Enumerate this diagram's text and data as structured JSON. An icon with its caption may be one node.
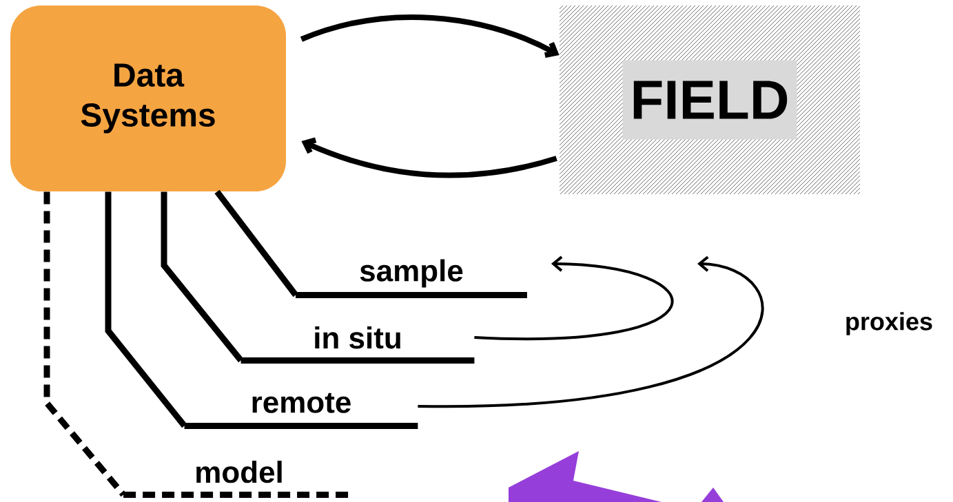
{
  "diagram": {
    "nodes": [
      {
        "text": [
          "Data Systems"
        ]
      },
      {
        "text": [
          "FIELD"
        ]
      },
      {
        "text": [
          "sample"
        ]
      },
      {
        "text": [
          "in situ"
        ]
      },
      {
        "text": [
          "remote"
        ]
      },
      {
        "text": [
          "model"
        ]
      }
    ],
    "edges": [
      {
        "from": 0,
        "to": 1,
        "arrow": "to"
      },
      {
        "from": 1,
        "to": 0,
        "arrow": "to"
      },
      {
        "from": 0,
        "to": 2,
        "arrow": "none"
      },
      {
        "from": 0,
        "to": 3,
        "arrow": "none"
      },
      {
        "from": 0,
        "to": 4,
        "arrow": "none"
      },
      {
        "from": 0,
        "to": 5,
        "arrow": "none",
        "style": "dashed"
      },
      {
        "from": 3,
        "to": 2,
        "arrow": "to"
      },
      {
        "from": 4,
        "to": null,
        "arrow": "to",
        "label": "proxies"
      }
    ]
  }
}
